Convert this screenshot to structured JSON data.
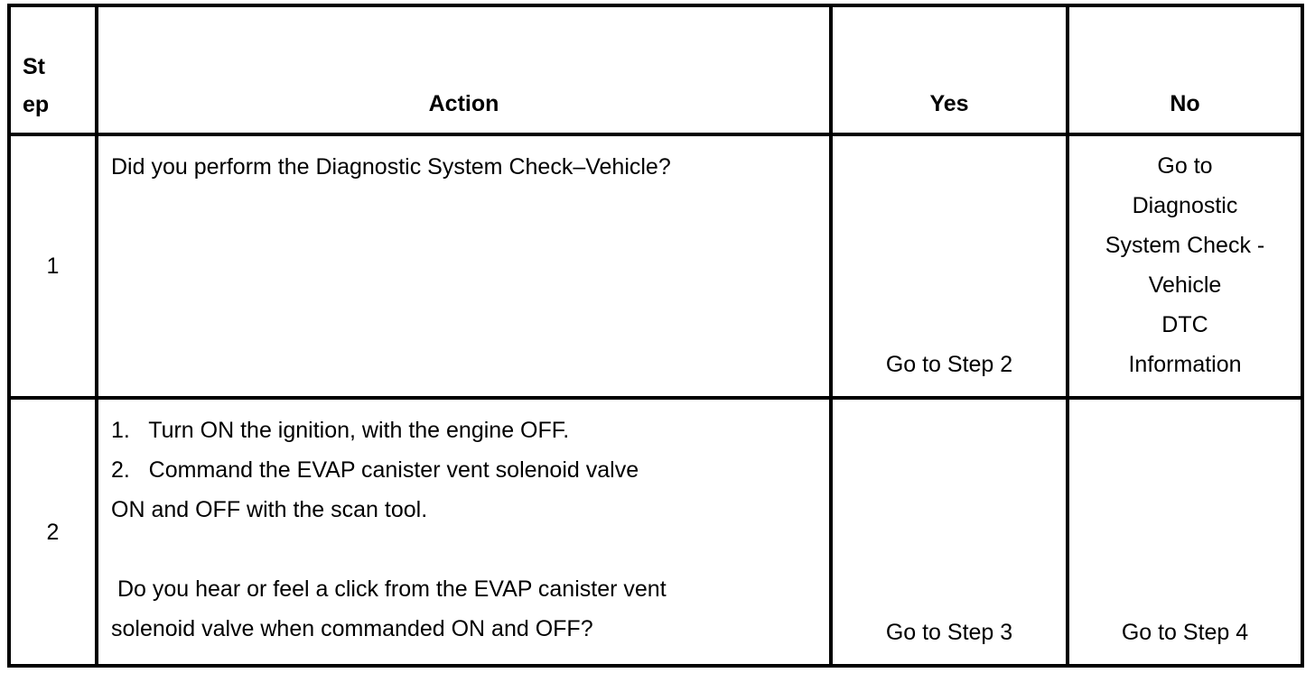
{
  "table": {
    "title_semantic": "diagnostic-step-table",
    "colors": {
      "border": "#000000",
      "text": "#000000",
      "background": "#ffffff"
    },
    "headers": {
      "step": "St\nep",
      "action": "Action",
      "yes": "Yes",
      "no": "No"
    },
    "rows": [
      {
        "step": "1",
        "action": "Did you perform the Diagnostic System Check–Vehicle?",
        "yes": "Go to Step 2",
        "no": "Go to\nDiagnostic\nSystem Check -\nVehicle\nDTC\nInformation"
      },
      {
        "step": "2",
        "action": "1.   Turn ON the ignition, with the engine OFF.\n2.   Command the EVAP canister vent solenoid valve\nON and OFF with the scan tool.\n\n Do you hear or feel a click from the EVAP canister vent\nsolenoid valve when commanded ON and OFF?",
        "yes": "Go to Step 3",
        "no": "Go to Step 4"
      }
    ]
  }
}
